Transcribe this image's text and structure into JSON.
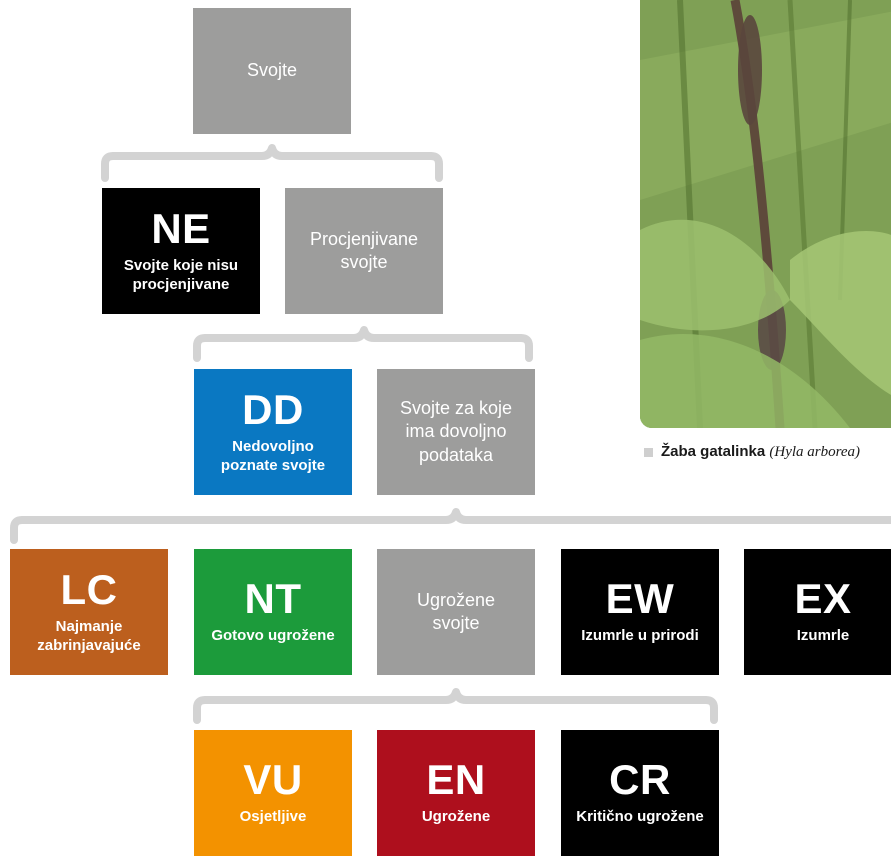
{
  "root": {
    "title": "Svojte"
  },
  "level1": {
    "ne": {
      "code": "NE",
      "desc": "Svojte koje nisu\nprocjenjivane"
    },
    "evaluated": {
      "title": "Procjenjivane\nsvojte"
    }
  },
  "level2": {
    "dd": {
      "code": "DD",
      "desc": "Nedovoljno\npoznate svojte"
    },
    "adequate": {
      "title": "Svojte za koje\nima dovoljno\npodataka"
    }
  },
  "level3": {
    "lc": {
      "code": "LC",
      "desc": "Najmanje\nzabrinjavajuće"
    },
    "nt": {
      "code": "NT",
      "desc": "Gotovo ugrožene"
    },
    "threatened": {
      "title": "Ugrožene\nsvojte"
    },
    "ew": {
      "code": "EW",
      "desc": "Izumrle u prirodi"
    },
    "ex": {
      "code": "EX",
      "desc": "Izumrle"
    }
  },
  "level4": {
    "vu": {
      "code": "VU",
      "desc": "Osjetljive"
    },
    "en": {
      "code": "EN",
      "desc": "Ugrožene"
    },
    "cr": {
      "code": "CR",
      "desc": "Kritično ugrožene"
    }
  },
  "photo": {
    "caption_name": "Žaba gatalinka",
    "caption_latin": "(Hyla arborea)"
  },
  "colors": {
    "grey": "#9d9d9c",
    "black": "#000000",
    "blue": "#0a78c2",
    "brown": "#bc5f1e",
    "green": "#1c9b3b",
    "orange": "#f39200",
    "red": "#ae0f1d",
    "bracket": "#d3d3d3"
  }
}
